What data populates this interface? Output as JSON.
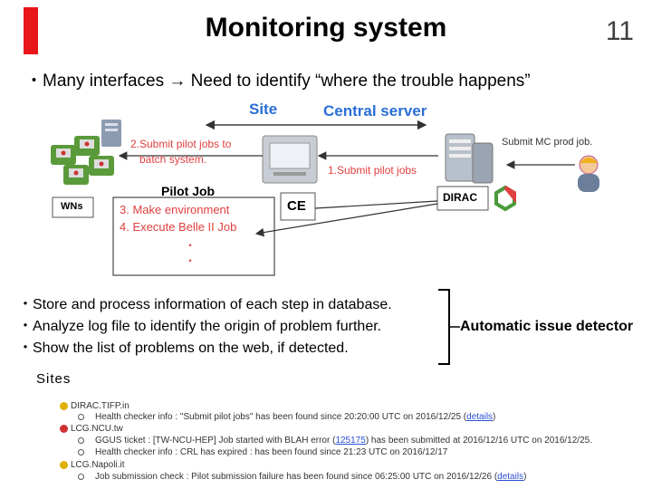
{
  "slide": {
    "title": "Monitoring system",
    "page_number": "11",
    "intro": "・Many interfaces → Need to identify “where the trouble happens”",
    "intro_parts": {
      "lead": "・Many interfaces ",
      "arrow": "→",
      "tail": " Need to identify “where the trouble happens”"
    },
    "colors": {
      "accent_red": "#e8151b",
      "label_blue": "#2a6fd6",
      "label_red": "#e04040"
    }
  },
  "diagram": {
    "site_label": "Site",
    "central_label": "Central server",
    "step2": "2.Submit pilot jobs to",
    "step2b": "batch system.",
    "step1": "1.Submit pilot jobs",
    "submit_mc": "Submit MC prod job.",
    "pilot_job": "Pilot Job",
    "step3": "3. Make environment",
    "step4": "4. Execute Belle II Job",
    "ellipsis": "・",
    "ellipsis2": "・",
    "wns": "WNs",
    "ce": "CE",
    "dirac": "DIRAC"
  },
  "bullets": [
    "・Store and process information of each step in database.",
    "・Analyze log file to identify the origin of problem further.",
    "・Show the list of problems on the web, if detected."
  ],
  "automatic_issue_detector": "Automatic issue detector",
  "sites": {
    "heading": "Sites",
    "rows": [
      {
        "kind": "site",
        "icon_color": "#e0b000",
        "text": "DIRAC.TIFP.in"
      },
      {
        "kind": "item",
        "text": "Health checker info : \"Submit pilot jobs\" has been found since 20:20:00 UTC on 2016/12/25 (",
        "link": "details",
        "tail": ")"
      },
      {
        "kind": "site",
        "icon_color": "#d03030",
        "text": "LCG.NCU.tw"
      },
      {
        "kind": "item",
        "text": "GGUS ticket : [TW-NCU-HEP] Job started with BLAH error (",
        "link": "125175",
        "tail": ") has been submitted at 2016/12/16 UTC on 2016/12/25."
      },
      {
        "kind": "item",
        "text": "Health checker info : CRL has expired : has been found since 21:23 UTC on 2016/12/17",
        "link": "",
        "tail": ""
      },
      {
        "kind": "site",
        "icon_color": "#e0b000",
        "text": "LCG.Napoli.it"
      },
      {
        "kind": "item",
        "text": "Job submission check : Pilot submission failure has been found since 06:25:00 UTC on 2016/12/26 (",
        "link": "details",
        "tail": ")"
      }
    ]
  }
}
